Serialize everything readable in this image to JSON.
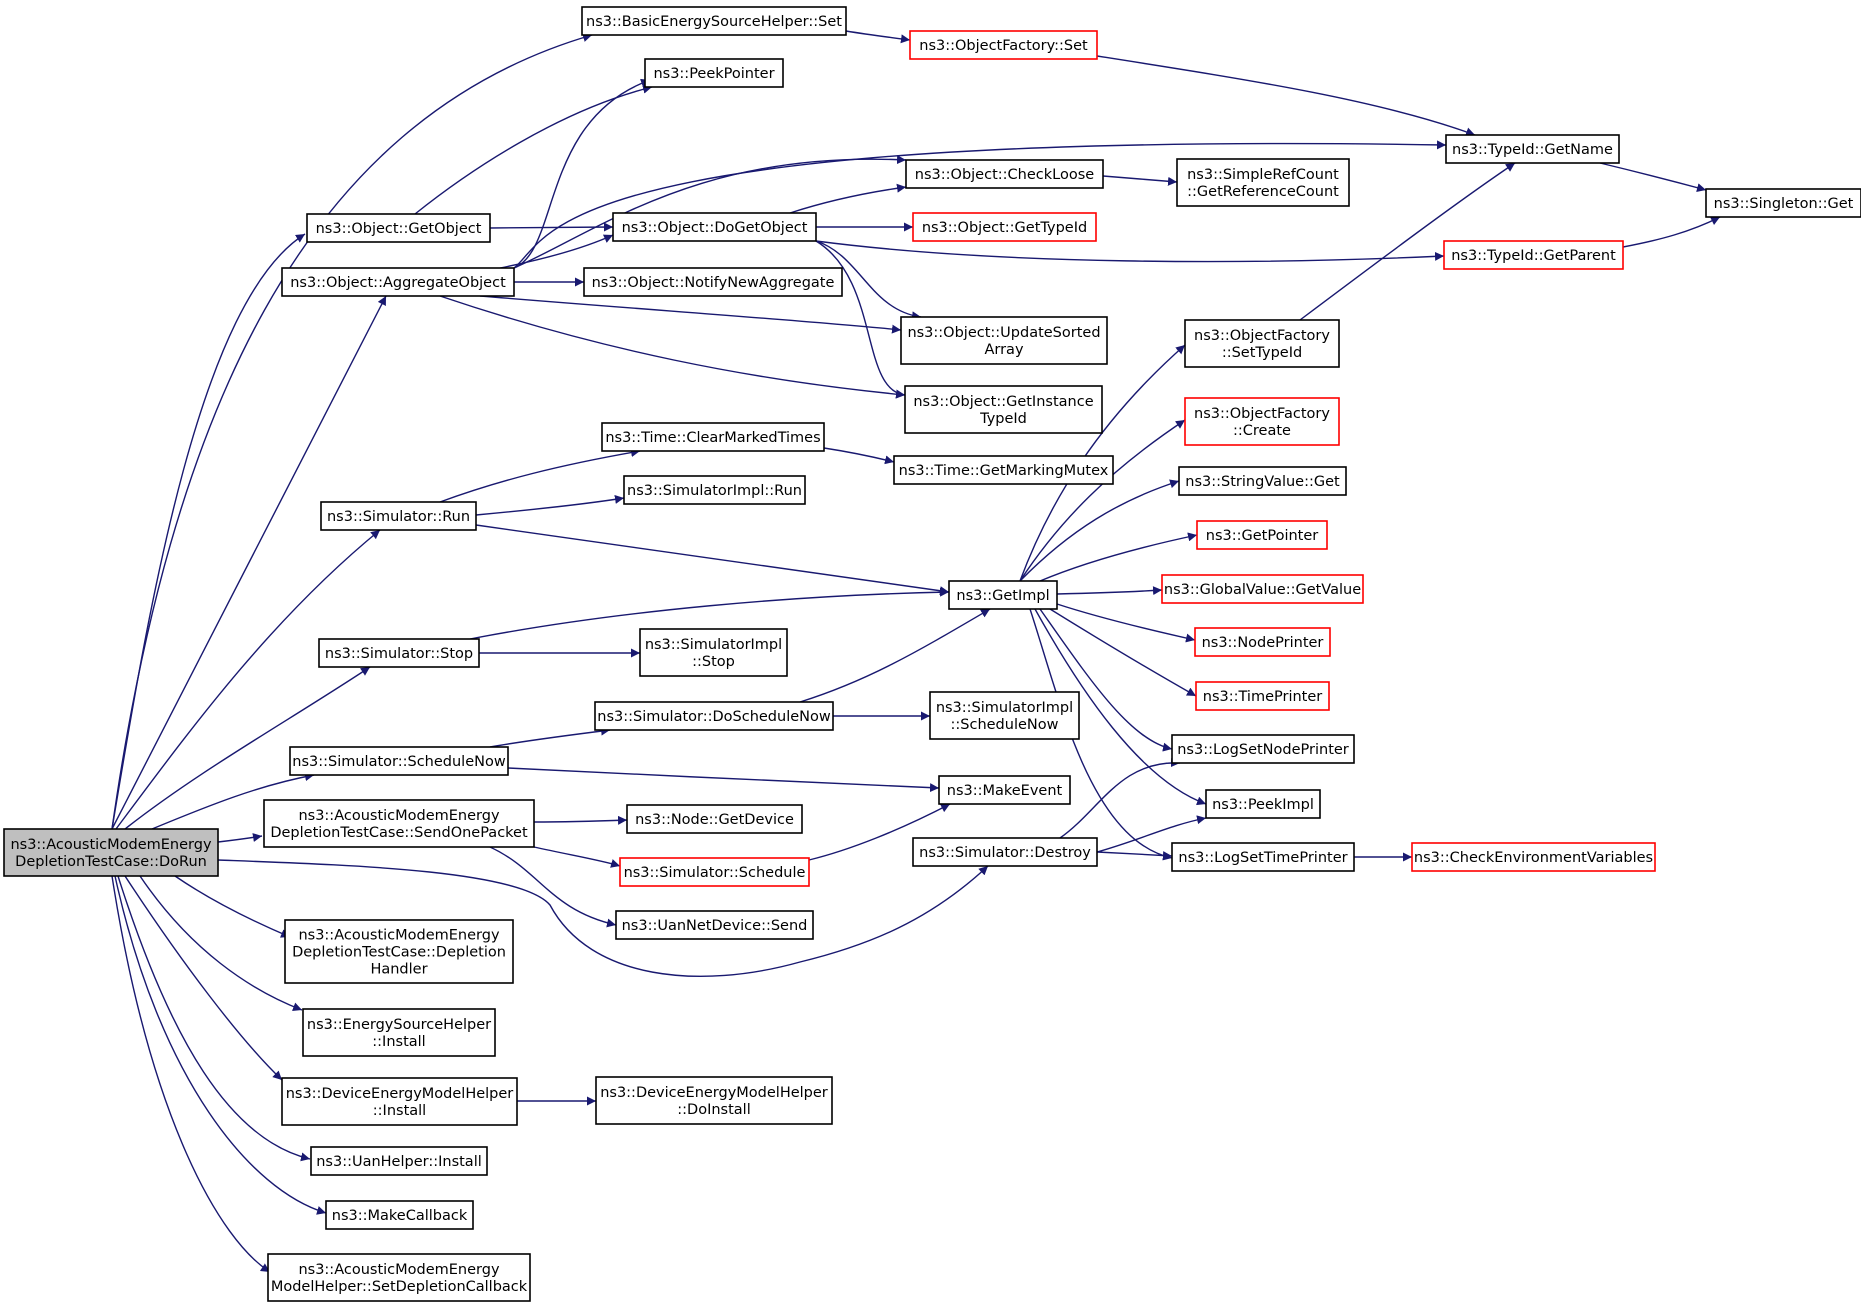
{
  "colors": {
    "edge": "#191970",
    "external_border": "#ff0000",
    "root_fill": "#bfbfbf"
  },
  "nodes": {
    "root": [
      "ns3::AcousticModemEnergy",
      "DepletionTestCase::DoRun"
    ],
    "basicEnergySet": [
      "ns3::BasicEnergySourceHelper::Set"
    ],
    "objFactorySet": [
      "ns3::ObjectFactory::Set"
    ],
    "peekPointer": [
      "ns3::PeekPointer"
    ],
    "getName": [
      "ns3::TypeId::GetName"
    ],
    "singletonGet": [
      "ns3::Singleton::Get"
    ],
    "checkLoose": [
      "ns3::Object::CheckLoose"
    ],
    "simpleRefCount": [
      "ns3::SimpleRefCount",
      "::GetReferenceCount"
    ],
    "getObject": [
      "ns3::Object::GetObject"
    ],
    "doGetObject": [
      "ns3::Object::DoGetObject"
    ],
    "getTypeId": [
      "ns3::Object::GetTypeId"
    ],
    "getParent": [
      "ns3::TypeId::GetParent"
    ],
    "aggregateObject": [
      "ns3::Object::AggregateObject"
    ],
    "notifyNewAggregate": [
      "ns3::Object::NotifyNewAggregate"
    ],
    "updateSortedArray": [
      "ns3::Object::UpdateSorted",
      "Array"
    ],
    "setTypeId": [
      "ns3::ObjectFactory",
      "::SetTypeId"
    ],
    "getInstanceTypeId": [
      "ns3::Object::GetInstance",
      "TypeId"
    ],
    "factoryCreate": [
      "ns3::ObjectFactory",
      "::Create"
    ],
    "clearMarkedTimes": [
      "ns3::Time::ClearMarkedTimes"
    ],
    "getMarkingMutex": [
      "ns3::Time::GetMarkingMutex"
    ],
    "stringValueGet": [
      "ns3::StringValue::Get"
    ],
    "simRun": [
      "ns3::Simulator::Run"
    ],
    "simImplRun": [
      "ns3::SimulatorImpl::Run"
    ],
    "getPointer": [
      "ns3::GetPointer"
    ],
    "getImpl": [
      "ns3::GetImpl"
    ],
    "globalValueGet": [
      "ns3::GlobalValue::GetValue"
    ],
    "simStop": [
      "ns3::Simulator::Stop"
    ],
    "simImplStop": [
      "ns3::SimulatorImpl",
      "::Stop"
    ],
    "nodePrinter": [
      "ns3::NodePrinter"
    ],
    "timePrinter": [
      "ns3::TimePrinter"
    ],
    "doScheduleNow": [
      "ns3::Simulator::DoScheduleNow"
    ],
    "simImplScheduleNow": [
      "ns3::SimulatorImpl",
      "::ScheduleNow"
    ],
    "logSetNodePrinter": [
      "ns3::LogSetNodePrinter"
    ],
    "scheduleNow": [
      "ns3::Simulator::ScheduleNow"
    ],
    "makeEvent": [
      "ns3::MakeEvent"
    ],
    "peekImpl": [
      "ns3::PeekImpl"
    ],
    "sendOnePacket": [
      "ns3::AcousticModemEnergy",
      "DepletionTestCase::SendOnePacket"
    ],
    "nodeGetDevice": [
      "ns3::Node::GetDevice"
    ],
    "simDestroy": [
      "ns3::Simulator::Destroy"
    ],
    "logSetTimePrinter": [
      "ns3::LogSetTimePrinter"
    ],
    "checkEnvVars": [
      "ns3::CheckEnvironmentVariables"
    ],
    "simSchedule": [
      "ns3::Simulator::Schedule"
    ],
    "uanSend": [
      "ns3::UanNetDevice::Send"
    ],
    "depletionHandler": [
      "ns3::AcousticModemEnergy",
      "DepletionTestCase::Depletion",
      "Handler"
    ],
    "energySourceInstall": [
      "ns3::EnergySourceHelper",
      "::Install"
    ],
    "deviceEnergyInstall": [
      "ns3::DeviceEnergyModelHelper",
      "::Install"
    ],
    "deviceEnergyDoInstall": [
      "ns3::DeviceEnergyModelHelper",
      "::DoInstall"
    ],
    "uanHelperInstall": [
      "ns3::UanHelper::Install"
    ],
    "makeCallback": [
      "ns3::MakeCallback"
    ],
    "setDepletionCallback": [
      "ns3::AcousticModemEnergy",
      "ModelHelper::SetDepletionCallback"
    ]
  }
}
